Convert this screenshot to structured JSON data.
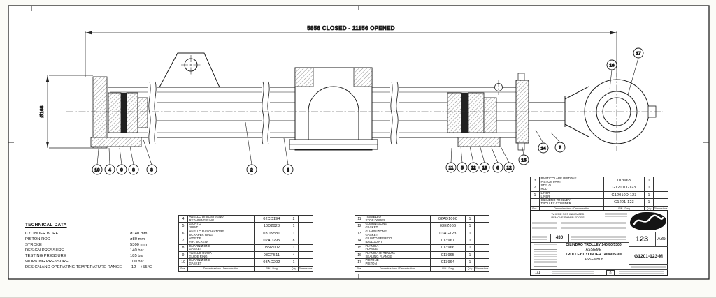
{
  "drawing": {
    "overall_dimension": "5856 CLOSED  -  11156 OPENED",
    "diameter_dimension": "Ø168",
    "balloons": [
      "10",
      "4",
      "9",
      "8",
      "3",
      "2",
      "1",
      "11",
      "5",
      "12",
      "13",
      "6",
      "12",
      "15",
      "14",
      "7",
      "16",
      "17"
    ]
  },
  "technical_data": {
    "title": "TECHNICAL DATA",
    "rows": [
      {
        "label": "CYLINDER BORE",
        "value": "ø140 mm"
      },
      {
        "label": "PISTON ROD",
        "value": "ø80 mm"
      },
      {
        "label": "STROKE",
        "value": "5300 mm"
      },
      {
        "label": "DESIGN PRESSURE",
        "value": "140 bar"
      },
      {
        "label": "TESTING PRESSURE",
        "value": "185 bar"
      },
      {
        "label": "WORKING PRESSURE",
        "value": "100 bar"
      },
      {
        "label": "DESIGN AND OPERATING TEMPERATURE RANGE",
        "value": "-12 ÷ +55°C"
      }
    ]
  },
  "bom_headers": {
    "pos": "Pos.",
    "denom": "Denominazione / Denomination",
    "code": "P/N - Dwg",
    "qty": "Q.ty",
    "dim": "Dimensions"
  },
  "bom_left": {
    "rows": [
      {
        "pos": "4",
        "it": "ANELLO DI SOSTEGNO",
        "en": "RETAINING RING",
        "code": "02CD194",
        "qty": "2"
      },
      {
        "pos": "5",
        "it": "GIUNTO",
        "en": "JOINT",
        "code": "10D2028",
        "qty": "1"
      },
      {
        "pos": "6",
        "it": "ANELLO RASCHIATORE",
        "en": "SCRAPER RING",
        "code": "03DN581",
        "qty": "1"
      },
      {
        "pos": "7",
        "it": "VITE T.E.",
        "en": "H.H. SCREW",
        "code": "02AD295",
        "qty": "8"
      },
      {
        "pos": "8",
        "it": "GUARNIZIONE",
        "en": "GASKET",
        "code": "03NZ002",
        "qty": "1"
      },
      {
        "pos": "9",
        "it": "ANELLO GUIDA",
        "en": "GUIDE RING",
        "code": "03CP511",
        "qty": "4"
      },
      {
        "pos": "10",
        "it": "GUARNIZIONE",
        "en": "GASKET",
        "code": "03AG202",
        "qty": "1"
      }
    ]
  },
  "bom_right": {
    "rows": [
      {
        "pos": "11",
        "it": "TASSELLO",
        "en": "STOP DOWEL",
        "code": "02AD1000",
        "qty": "1"
      },
      {
        "pos": "12",
        "it": "GUARNIZIONE",
        "en": "GASKET",
        "code": "03EZ066",
        "qty": "1"
      },
      {
        "pos": "13",
        "it": "GUARNIZIONE",
        "en": "GASKET",
        "code": "03AG123",
        "qty": "1"
      },
      {
        "pos": "14",
        "it": "GIUNTO SFERICO",
        "en": "BALL JOINT",
        "code": "013967",
        "qty": "1"
      },
      {
        "pos": "15",
        "it": "FLANGIA",
        "en": "FLANGE",
        "code": "013966",
        "qty": "1"
      },
      {
        "pos": "16",
        "it": "FLANGIA DI TENUTA",
        "en": "SEALING FLANGE",
        "code": "013965",
        "qty": "1"
      },
      {
        "pos": "17",
        "it": "PISTONE",
        "en": "PISTON",
        "code": "013964",
        "qty": "1"
      }
    ]
  },
  "bom_top": {
    "rows": [
      {
        "pos": "3",
        "it": "PARTICOLARE PISTONE",
        "en": "PISTON PART",
        "code": "013963",
        "qty": "1"
      },
      {
        "pos": "2",
        "it": "STELO",
        "en": "ROD",
        "code": "G12010I-123",
        "qty": "1"
      },
      {
        "pos": "1",
        "it": "LINER",
        "en": "LINER",
        "code": "G12010D-123",
        "qty": "1"
      },
      {
        "pos": "",
        "it": "CILINDRO TROLLEY",
        "en": "TROLLEY CYLINDER",
        "code": "G1201-123",
        "qty": "1"
      }
    ]
  },
  "title_block": {
    "note1": "WHERE NOT INDICATED",
    "note2": "REMOVE SHARP EDGES",
    "weight": "430",
    "size_code": "123",
    "format": "A3b",
    "title_it": "CILINDRO TROLLEY 140/80/5300",
    "subtitle_it": "ASSIEME",
    "title_en": "TROLLEY CYLINDER 140/80/5300",
    "subtitle_en": "ASSEMBLY",
    "drawing_number": "G1201-123-M",
    "sheet": "1/1",
    "revision": "0"
  }
}
